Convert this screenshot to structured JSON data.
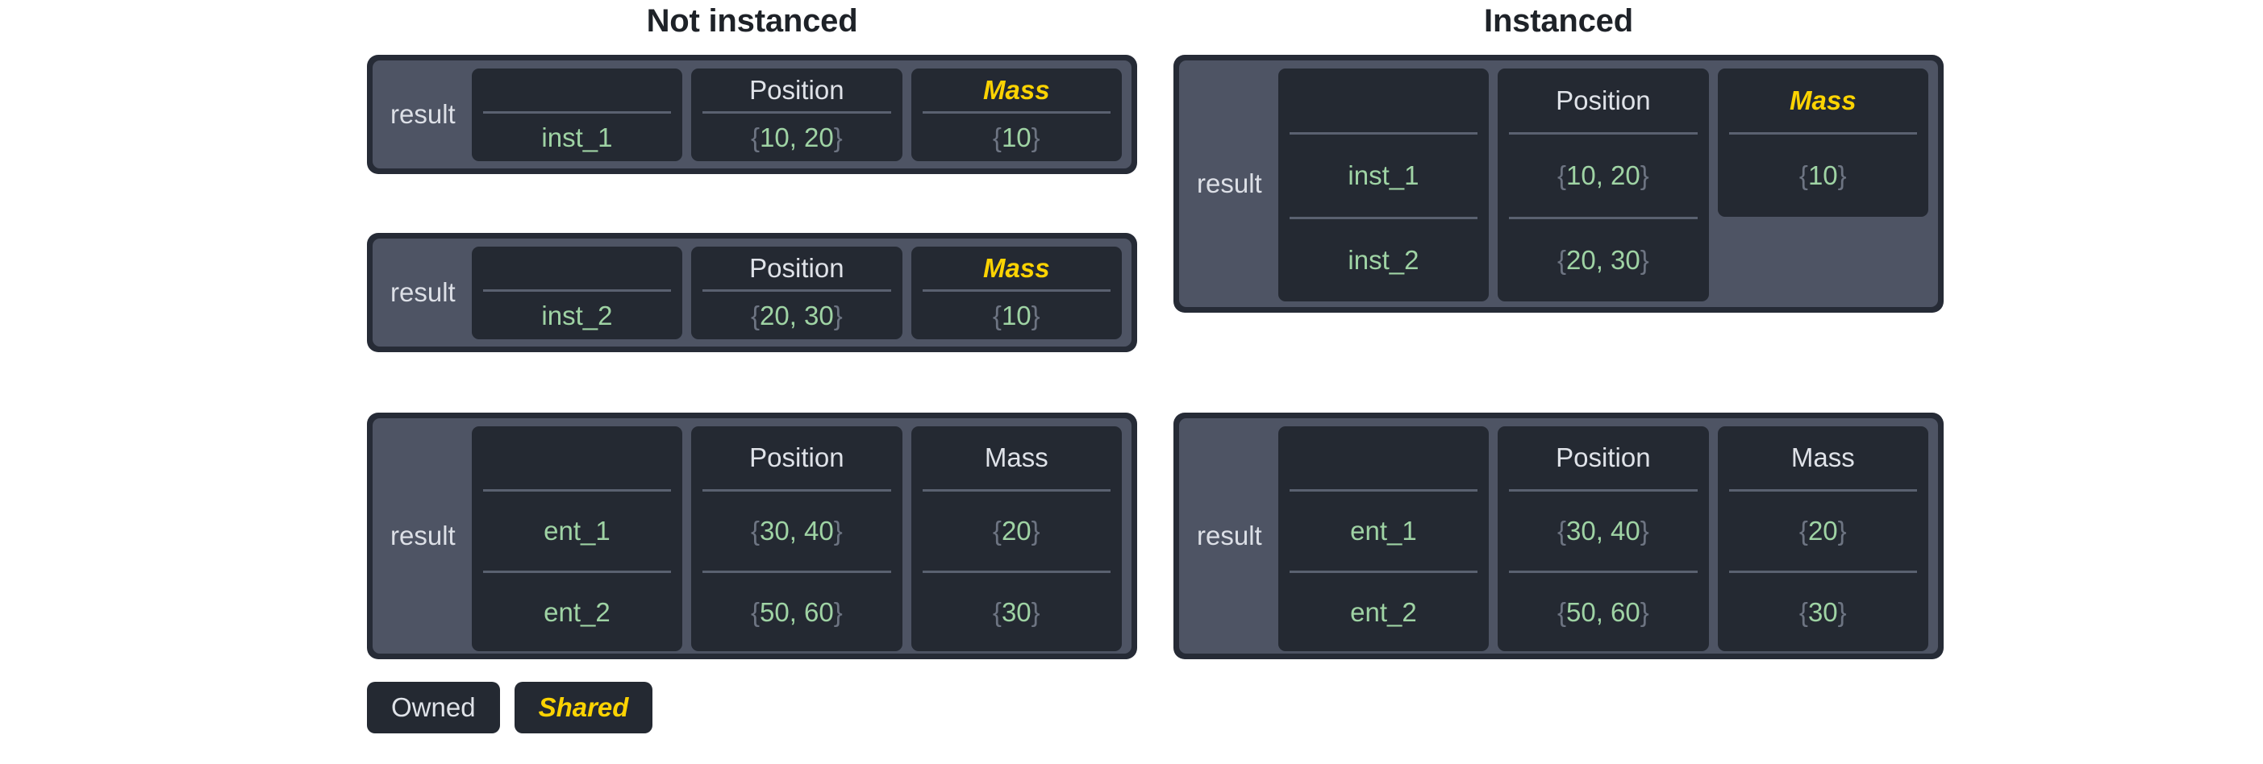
{
  "headings": {
    "left": "Not instanced",
    "right": "Instanced"
  },
  "labels": {
    "result": "result"
  },
  "colors": {
    "owned_text": "#dfe2e8",
    "shared_text": "#fcd302",
    "value_text": "#9fd3a4",
    "brace": "#6d7482",
    "card_bg": "#242932",
    "panel_bg": "#4e5464",
    "border": "#262b36",
    "divider": "#5a6170",
    "page_bg": "#ffffff",
    "heading_text": "#1e2228"
  },
  "headers": {
    "blank": "",
    "position": "Position",
    "mass": "Mass"
  },
  "legend": {
    "owned": "Owned",
    "shared": "Shared"
  },
  "not_instanced": {
    "blocks": [
      {
        "result": "result",
        "columns": [
          {
            "header": "",
            "ownership": "owned",
            "cells": [
              "inst_1"
            ]
          },
          {
            "header": "Position",
            "ownership": "owned",
            "cells": [
              "{10, 20}"
            ]
          },
          {
            "header": "Mass",
            "ownership": "shared",
            "cells": [
              "{10}"
            ]
          }
        ]
      },
      {
        "result": "result",
        "columns": [
          {
            "header": "",
            "ownership": "owned",
            "cells": [
              "inst_2"
            ]
          },
          {
            "header": "Position",
            "ownership": "owned",
            "cells": [
              "{20, 30}"
            ]
          },
          {
            "header": "Mass",
            "ownership": "shared",
            "cells": [
              "{10}"
            ]
          }
        ]
      },
      {
        "result": "result",
        "columns": [
          {
            "header": "",
            "ownership": "owned",
            "cells": [
              "ent_1",
              "ent_2"
            ]
          },
          {
            "header": "Position",
            "ownership": "owned",
            "cells": [
              "{30, 40}",
              "{50, 60}"
            ]
          },
          {
            "header": "Mass",
            "ownership": "owned",
            "cells": [
              "{20}",
              "{30}"
            ]
          }
        ]
      }
    ]
  },
  "instanced": {
    "blocks": [
      {
        "result": "result",
        "columns": [
          {
            "header": "",
            "ownership": "owned",
            "cells": [
              "inst_1",
              "inst_2"
            ]
          },
          {
            "header": "Position",
            "ownership": "owned",
            "cells": [
              "{10, 20}",
              "{20, 30}"
            ]
          },
          {
            "header": "Mass",
            "ownership": "shared",
            "cells": [
              "{10}"
            ]
          }
        ]
      },
      {
        "result": "result",
        "columns": [
          {
            "header": "",
            "ownership": "owned",
            "cells": [
              "ent_1",
              "ent_2"
            ]
          },
          {
            "header": "Position",
            "ownership": "owned",
            "cells": [
              "{30, 40}",
              "{50, 60}"
            ]
          },
          {
            "header": "Mass",
            "ownership": "owned",
            "cells": [
              "{20}",
              "{30}"
            ]
          }
        ]
      }
    ]
  }
}
